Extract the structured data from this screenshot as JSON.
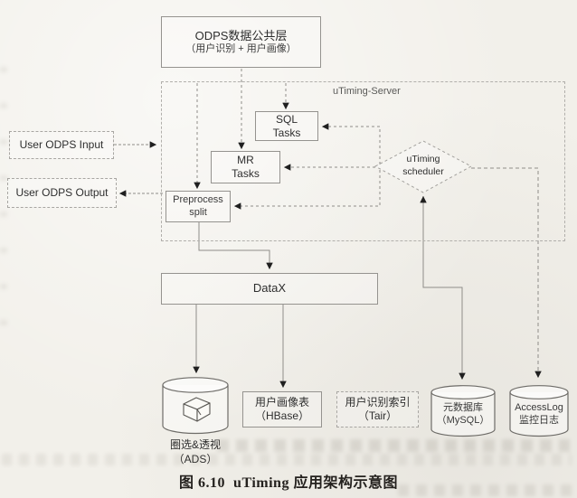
{
  "figure": {
    "caption_prefix": "图 6.10",
    "caption_text": "uTiming 应用架构示意图"
  },
  "diagram": {
    "server_group_label": "uTiming-Server",
    "nodes": {
      "odps": {
        "line1": "ODPS数据公共层",
        "line2": "（用户识别 + 用户画像）"
      },
      "user_input": {
        "label": "User ODPS Input"
      },
      "user_output": {
        "label": "User ODPS Output"
      },
      "sql_tasks": {
        "line1": "SQL",
        "line2": "Tasks"
      },
      "mr_tasks": {
        "line1": "MR",
        "line2": "Tasks"
      },
      "preprocess": {
        "line1": "Preprocess",
        "line2": "split"
      },
      "scheduler": {
        "line1": "uTiming",
        "line2": "scheduler"
      },
      "datax": {
        "label": "DataX"
      },
      "ads": {
        "line1": "圈选&透视",
        "line2": "（ADS）"
      },
      "hbase": {
        "line1": "用户画像表",
        "line2": "（HBase）"
      },
      "tair": {
        "line1": "用户识别索引",
        "line2": "（Tair）"
      },
      "mysql": {
        "line1": "元数据库",
        "line2": "（MySQL）"
      },
      "accesslog": {
        "line1": "AccessLog",
        "line2": "监控日志"
      }
    },
    "colors": {
      "connector": "#8f8d89",
      "arrowhead": "#1f1f1f",
      "box_border": "#95938f",
      "page_background": "#f2f0ea",
      "text": "#2e2e2e"
    }
  }
}
